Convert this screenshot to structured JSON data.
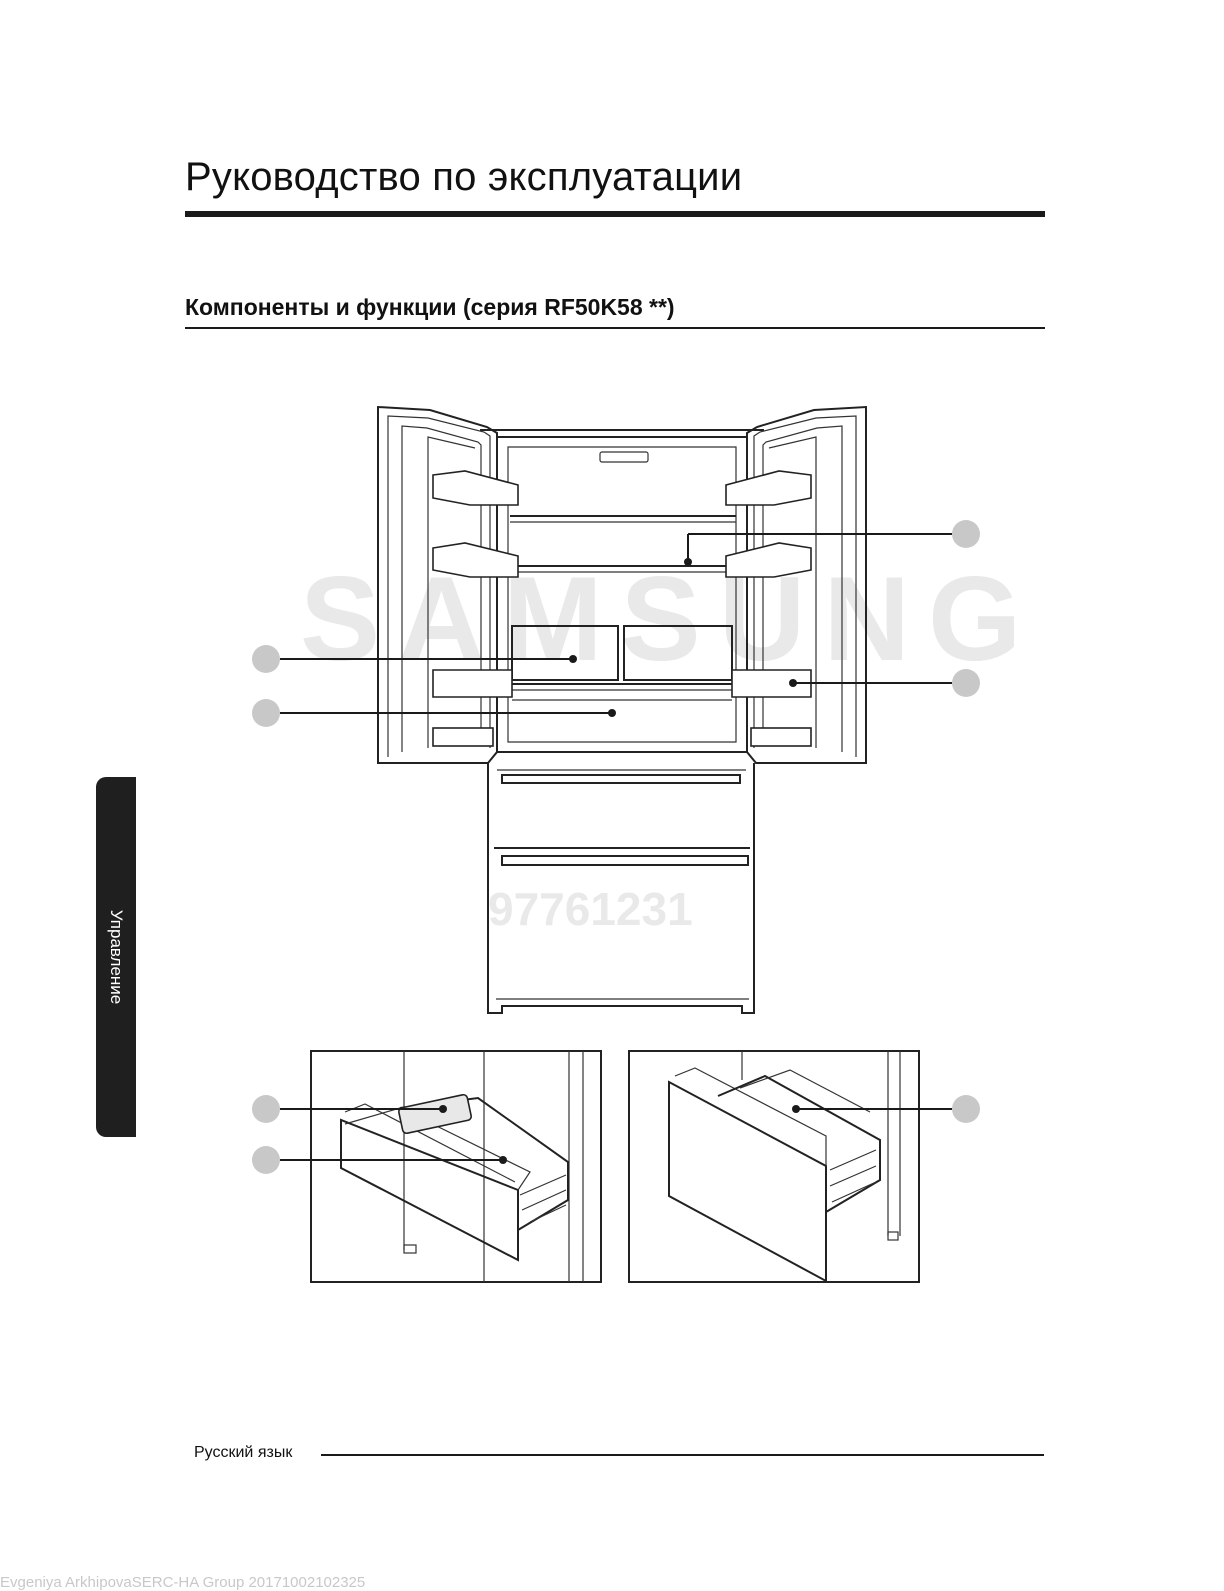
{
  "header": {
    "title": "Руководство по эксплуатации",
    "section": "Компоненты и функции (серия RF50K58 **)"
  },
  "side_tab": {
    "label": "Управление"
  },
  "footer": {
    "language": "Русский язык",
    "watermark": "Evgeniya ArkhipovaSERC-HA Group 20171002102325"
  },
  "illustration": {
    "background_watermark": "SAMSUNG",
    "background_number": "97761231"
  },
  "colors": {
    "callout": "#c8c8c8",
    "line": "#1a1a1a",
    "tab": "#1f1f1f"
  }
}
